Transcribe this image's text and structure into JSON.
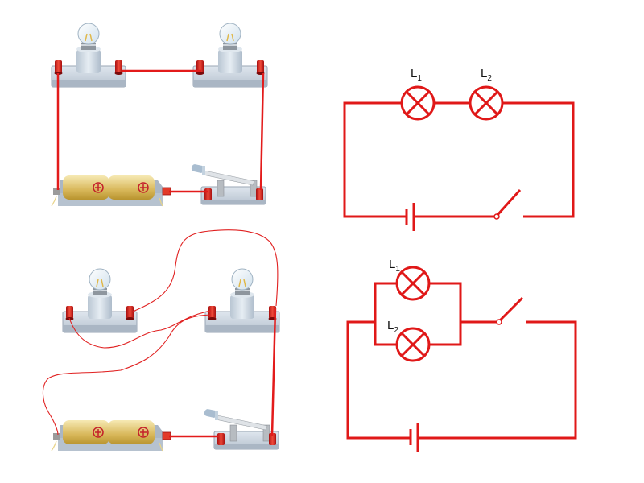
{
  "colors": {
    "wire": "#e31b1b",
    "schematic": "#e01818",
    "board": "#c9d3de",
    "board_edge": "#9aa6b4",
    "battery": "#d9b85a",
    "terminal": "#d81e1e",
    "label": "#111111"
  },
  "series_schematic": {
    "title": "series-circuit",
    "lamps": [
      {
        "name": "L",
        "sub": "1"
      },
      {
        "name": "L",
        "sub": "2"
      }
    ],
    "switch_state": "open"
  },
  "parallel_schematic": {
    "title": "parallel-circuit",
    "lamps": [
      {
        "name": "L",
        "sub": "1"
      },
      {
        "name": "L",
        "sub": "2"
      }
    ],
    "switch_state": "open"
  },
  "physical_circuits": [
    {
      "name": "series-physical",
      "components": [
        "bulb",
        "bulb",
        "battery-pack",
        "knife-switch"
      ]
    },
    {
      "name": "parallel-physical",
      "components": [
        "bulb",
        "bulb",
        "battery-pack",
        "knife-switch"
      ]
    }
  ],
  "battery": {
    "cells": 2,
    "cell_symbol": "+"
  }
}
